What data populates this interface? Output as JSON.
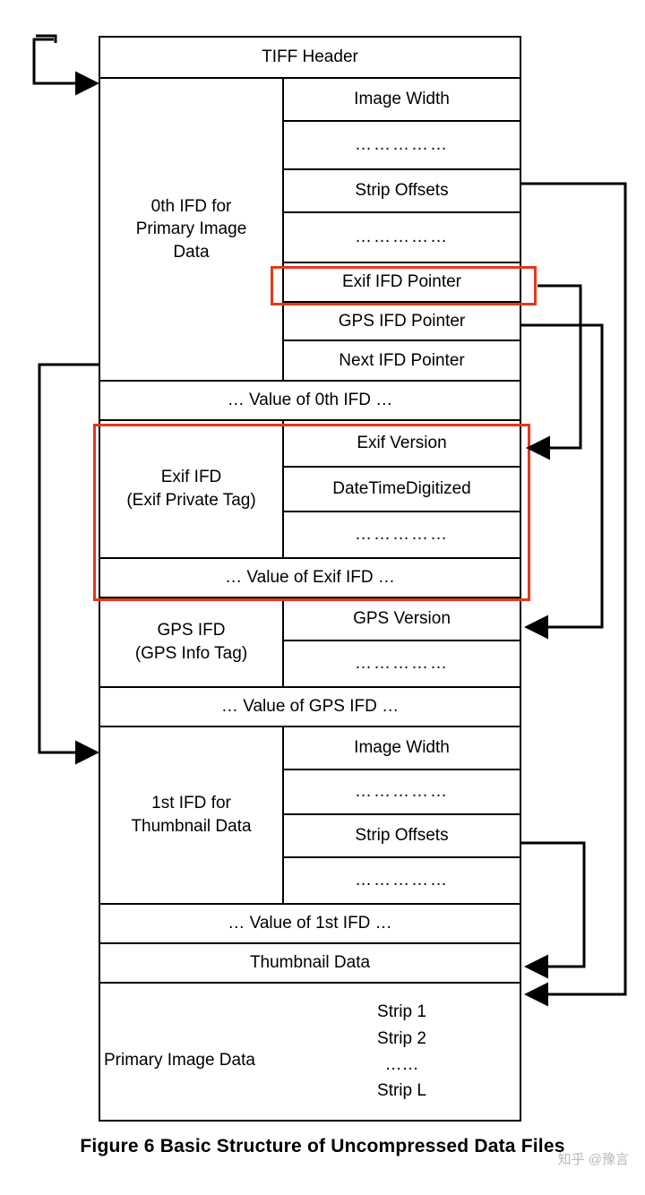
{
  "figure": {
    "caption": "Figure 6  Basic Structure of Uncompressed Data Files",
    "watermark": "知乎 @豫言",
    "highlight_color": "#e8361b",
    "line_color": "#000000",
    "background": "#ffffff"
  },
  "diagram": {
    "type": "block-structure",
    "title_row": "TIFF Header",
    "blocks": [
      {
        "id": "ifd0",
        "left_label": "0th IFD for\nPrimary Image\nData",
        "left_lines": [
          "0th IFD for",
          "Primary Image",
          "Data"
        ],
        "entries": [
          "Image Width",
          "……………",
          "Strip Offsets",
          "……………",
          "Exif IFD Pointer",
          "GPS IFD Pointer",
          "Next IFD Pointer"
        ],
        "value_row": "… Value of 0th IFD …"
      },
      {
        "id": "exif-ifd",
        "left_label": "Exif IFD\n(Exif Private Tag)",
        "left_lines": [
          "Exif IFD",
          "(Exif Private Tag)"
        ],
        "entries": [
          "Exif Version",
          "DateTimeDigitized",
          "……………"
        ],
        "value_row": "… Value of Exif IFD …"
      },
      {
        "id": "gps-ifd",
        "left_label": "GPS IFD\n(GPS Info Tag)",
        "left_lines": [
          "GPS IFD",
          "(GPS Info Tag)"
        ],
        "entries": [
          "GPS Version",
          "……………"
        ],
        "value_row": "… Value of GPS IFD …"
      },
      {
        "id": "ifd1",
        "left_label": "1st IFD for\nThumbnail  Data",
        "left_lines": [
          "1st IFD for",
          "Thumbnail  Data"
        ],
        "entries": [
          "Image Width",
          "……………",
          "Strip Offsets",
          "……………"
        ],
        "value_row": "… Value of 1st IFD …"
      }
    ],
    "thumbnail_row": "Thumbnail  Data",
    "primary_image": {
      "label": "Primary Image Data",
      "strips": [
        "Strip 1",
        "Strip 2",
        "……",
        "Strip L"
      ]
    },
    "highlights": [
      {
        "target": "Exif IFD Pointer"
      },
      {
        "target": "Exif IFD block"
      }
    ],
    "pointers": [
      {
        "from": "TIFF Header",
        "to": "0th IFD for Primary Image Data"
      },
      {
        "from": "Strip Offsets (0th IFD)",
        "to": "Primary Image Data"
      },
      {
        "from": "Exif IFD Pointer",
        "to": "Exif IFD"
      },
      {
        "from": "GPS IFD Pointer",
        "to": "GPS IFD"
      },
      {
        "from": "Next IFD Pointer",
        "to": "1st IFD for Thumbnail Data"
      },
      {
        "from": "Strip Offsets (1st IFD)",
        "to": "Thumbnail Data"
      }
    ]
  }
}
